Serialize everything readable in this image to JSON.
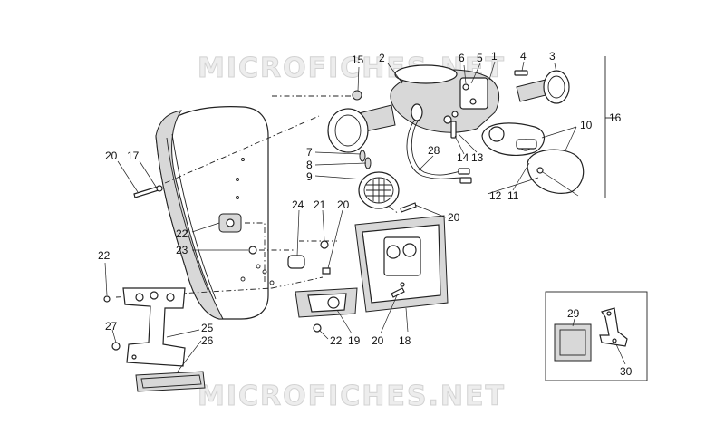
{
  "watermark": "MICROFICHES.NET",
  "callouts": [
    {
      "id": "c1",
      "text": "1"
    },
    {
      "id": "c2",
      "text": "2"
    },
    {
      "id": "c3",
      "text": "3"
    },
    {
      "id": "c4",
      "text": "4"
    },
    {
      "id": "c5",
      "text": "5"
    },
    {
      "id": "c6",
      "text": "6"
    },
    {
      "id": "c7",
      "text": "7"
    },
    {
      "id": "c8",
      "text": "8"
    },
    {
      "id": "c9",
      "text": "9"
    },
    {
      "id": "c10",
      "text": "10"
    },
    {
      "id": "c11",
      "text": "11"
    },
    {
      "id": "c12",
      "text": "12"
    },
    {
      "id": "c13",
      "text": "13"
    },
    {
      "id": "c14",
      "text": "14"
    },
    {
      "id": "c15",
      "text": "15"
    },
    {
      "id": "c16",
      "text": "16"
    },
    {
      "id": "c17",
      "text": "17"
    },
    {
      "id": "c18",
      "text": "18"
    },
    {
      "id": "c19",
      "text": "19"
    },
    {
      "id": "c20a",
      "text": "20"
    },
    {
      "id": "c20b",
      "text": "20"
    },
    {
      "id": "c20c",
      "text": "20"
    },
    {
      "id": "c20d",
      "text": "20"
    },
    {
      "id": "c21",
      "text": "21"
    },
    {
      "id": "c22a",
      "text": "22"
    },
    {
      "id": "c22b",
      "text": "22"
    },
    {
      "id": "c22c",
      "text": "22"
    },
    {
      "id": "c23",
      "text": "23"
    },
    {
      "id": "c24",
      "text": "24"
    },
    {
      "id": "c25",
      "text": "25"
    },
    {
      "id": "c26",
      "text": "26"
    },
    {
      "id": "c27",
      "text": "27"
    },
    {
      "id": "c28",
      "text": "28"
    },
    {
      "id": "c29",
      "text": "29"
    },
    {
      "id": "c30",
      "text": "30"
    }
  ]
}
